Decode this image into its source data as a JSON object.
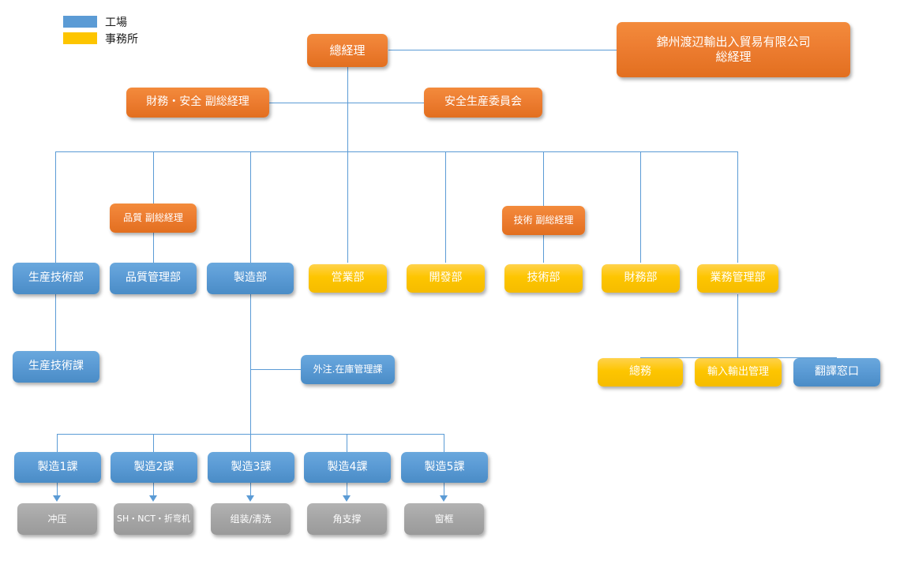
{
  "legend": {
    "items": [
      {
        "label": "工場",
        "color": "#5b9bd5",
        "swatch": "blue"
      },
      {
        "label": "事務所",
        "color": "#fdc500",
        "swatch": "yellow"
      }
    ]
  },
  "chart_data": {
    "type": "diagram",
    "title": "組織図",
    "colors": {
      "factory_blue": "#5b9bd5",
      "office_yellow": "#fdc500",
      "executive_orange": "#ed7d31",
      "process_gray": "#a6a6a6",
      "connector": "#5b9bd5"
    },
    "nodes": [
      {
        "id": "ceo",
        "label": "總経理",
        "color": "orange"
      },
      {
        "id": "parent_company",
        "label_line1": "錦州渡辺輸出入貿易有限公司",
        "label_line2": "総経理",
        "color": "orange"
      },
      {
        "id": "vp_finance_safety",
        "label": "財務・安全 副総経理",
        "color": "orange"
      },
      {
        "id": "safety_committee",
        "label": "安全生産委員会",
        "color": "orange"
      },
      {
        "id": "vp_quality",
        "label": "品質 副総経理",
        "color": "orange"
      },
      {
        "id": "vp_technology",
        "label": "技術 副総経理",
        "color": "orange"
      },
      {
        "id": "prod_tech_dept",
        "label": "生産技術部",
        "color": "blue"
      },
      {
        "id": "quality_mgmt_dept",
        "label": "品質管理部",
        "color": "blue"
      },
      {
        "id": "manufacturing_dept",
        "label": "製造部",
        "color": "blue"
      },
      {
        "id": "sales_dept",
        "label": "営業部",
        "color": "yellow"
      },
      {
        "id": "development_dept",
        "label": "開發部",
        "color": "yellow"
      },
      {
        "id": "technology_dept",
        "label": "技術部",
        "color": "yellow"
      },
      {
        "id": "finance_dept",
        "label": "財務部",
        "color": "yellow"
      },
      {
        "id": "business_mgmt_dept",
        "label": "業務管理部",
        "color": "yellow"
      },
      {
        "id": "prod_tech_section",
        "label": "生産技術課",
        "color": "blue"
      },
      {
        "id": "outsourcing_inventory",
        "label": "外注.在庫管理課",
        "color": "blue"
      },
      {
        "id": "general_affairs",
        "label": "總務",
        "color": "yellow"
      },
      {
        "id": "import_export_mgmt",
        "label": "輸入輸出管理",
        "color": "yellow"
      },
      {
        "id": "translation_desk",
        "label": "翻譯窓口",
        "color": "blue"
      },
      {
        "id": "mfg_section_1",
        "label": "製造1課",
        "color": "blue"
      },
      {
        "id": "mfg_section_2",
        "label": "製造2課",
        "color": "blue"
      },
      {
        "id": "mfg_section_3",
        "label": "製造3課",
        "color": "blue"
      },
      {
        "id": "mfg_section_4",
        "label": "製造4課",
        "color": "blue"
      },
      {
        "id": "mfg_section_5",
        "label": "製造5課",
        "color": "blue"
      },
      {
        "id": "process_1",
        "label": "冲压",
        "color": "gray"
      },
      {
        "id": "process_2",
        "label": "SH・NCT・折弯机",
        "color": "gray"
      },
      {
        "id": "process_3",
        "label": "组装/清洗",
        "color": "gray"
      },
      {
        "id": "process_4",
        "label": "角支撑",
        "color": "gray"
      },
      {
        "id": "process_5",
        "label": "窗框",
        "color": "gray"
      }
    ]
  },
  "nodes": {
    "ceo": "總経理",
    "parent_company_line1": "錦州渡辺輸出入貿易有限公司",
    "parent_company_line2": "総経理",
    "vp_finance_safety": "財務・安全 副総経理",
    "safety_committee": "安全生産委員会",
    "vp_quality": "品質 副総経理",
    "vp_technology": "技術 副総経理",
    "prod_tech_dept": "生産技術部",
    "quality_mgmt_dept": "品質管理部",
    "manufacturing_dept": "製造部",
    "sales_dept": "営業部",
    "development_dept": "開發部",
    "technology_dept": "技術部",
    "finance_dept": "財務部",
    "business_mgmt_dept": "業務管理部",
    "prod_tech_section": "生産技術課",
    "outsourcing_inventory": "外注.在庫管理課",
    "general_affairs": "總務",
    "import_export_mgmt": "輸入輸出管理",
    "translation_desk": "翻譯窓口",
    "mfg_section_1": "製造1課",
    "mfg_section_2": "製造2課",
    "mfg_section_3": "製造3課",
    "mfg_section_4": "製造4課",
    "mfg_section_5": "製造5課",
    "process_1": "冲压",
    "process_2": "SH・NCT・折弯机",
    "process_3": "组装/清洗",
    "process_4": "角支撑",
    "process_5": "窗框"
  }
}
